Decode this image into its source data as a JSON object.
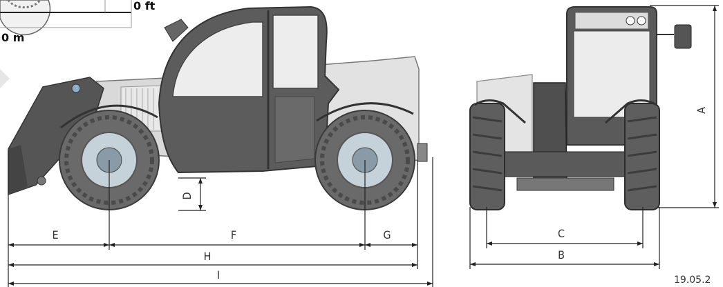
{
  "scale": {
    "ft_label": "0 ft",
    "m_label": "0 m"
  },
  "dimensions": {
    "A": "A",
    "B": "B",
    "C": "C",
    "D": "D",
    "E": "E",
    "F": "F",
    "G": "G",
    "H": "H",
    "I": "I"
  },
  "footer": {
    "date": "19.05.2"
  },
  "colors": {
    "body": "#dcdcdc",
    "dark": "#555555",
    "tire": "#666666",
    "rim": "#c8d4dc",
    "line": "#333333"
  }
}
